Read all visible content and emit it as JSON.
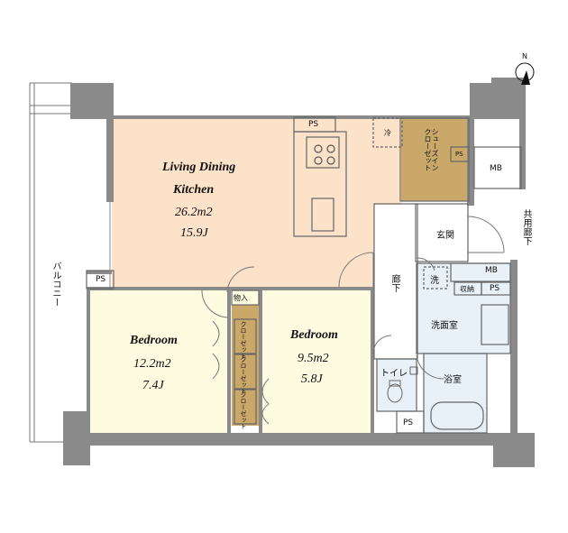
{
  "rooms": {
    "ldk": {
      "name_line1": "Living Dining",
      "name_line2": "Kitchen",
      "area": "26.2m2",
      "jo": "15.9J"
    },
    "bedroom1": {
      "name": "Bedroom",
      "area": "12.2m2",
      "jo": "7.4J"
    },
    "bedroom2": {
      "name": "Bedroom",
      "area": "9.5m2",
      "jo": "5.8J"
    },
    "shoes_closet": "シューズイン\nクローゼット",
    "entrance": "玄関",
    "corridor": "廊下",
    "washroom": "洗面室",
    "bath": "浴室",
    "toilet": "トイレ",
    "storage": "物入",
    "closet": "クローゼット",
    "wash": "洗",
    "stow": "収納",
    "fridge": "冷",
    "balcony": "バルコニー",
    "common_corridor": "共用廊下"
  },
  "labels": {
    "ps": "PS",
    "mb": "MB",
    "north": "N"
  },
  "colors": {
    "wall": "#8a8a8a",
    "ldk_floor": "#fbe2c8",
    "bedroom_floor": "#fdfbe0",
    "wet_floor": "#e8f0f8",
    "closet_floor": "#c9a86a",
    "line": "#666666"
  }
}
